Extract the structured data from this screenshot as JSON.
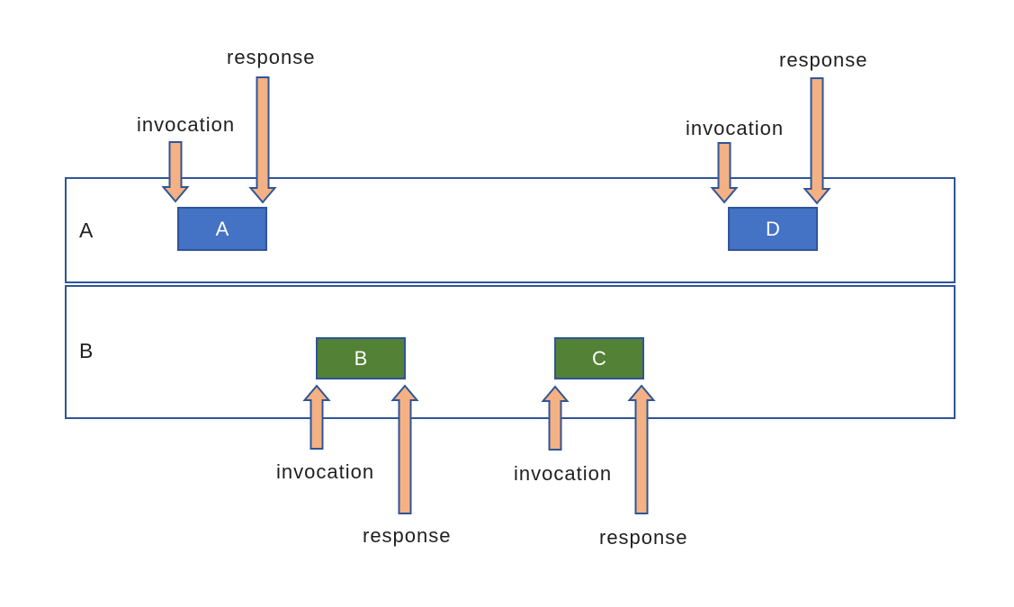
{
  "diagram": {
    "lanes": [
      {
        "label": "A"
      },
      {
        "label": "B"
      }
    ],
    "boxes": [
      {
        "label": "A",
        "lane": "A",
        "color": "blue"
      },
      {
        "label": "D",
        "lane": "A",
        "color": "blue"
      },
      {
        "label": "B",
        "lane": "B",
        "color": "green"
      },
      {
        "label": "C",
        "lane": "B",
        "color": "green"
      }
    ],
    "annotations": [
      {
        "text": "response",
        "target": "A"
      },
      {
        "text": "invocation",
        "target": "A"
      },
      {
        "text": "response",
        "target": "D"
      },
      {
        "text": "invocation",
        "target": "D"
      },
      {
        "text": "invocation",
        "target": "B"
      },
      {
        "text": "response",
        "target": "B"
      },
      {
        "text": "invocation",
        "target": "C"
      },
      {
        "text": "response",
        "target": "C"
      }
    ]
  },
  "colors": {
    "arrow-fill": "#F4B183",
    "arrow-stroke": "#2F5597",
    "box-blue": "#4472C4",
    "box-green": "#538135",
    "box-stroke": "#2F5597",
    "lane-stroke": "#2F5597",
    "text-color": "#1F1F1F",
    "box-text": "#FFFFFF"
  }
}
